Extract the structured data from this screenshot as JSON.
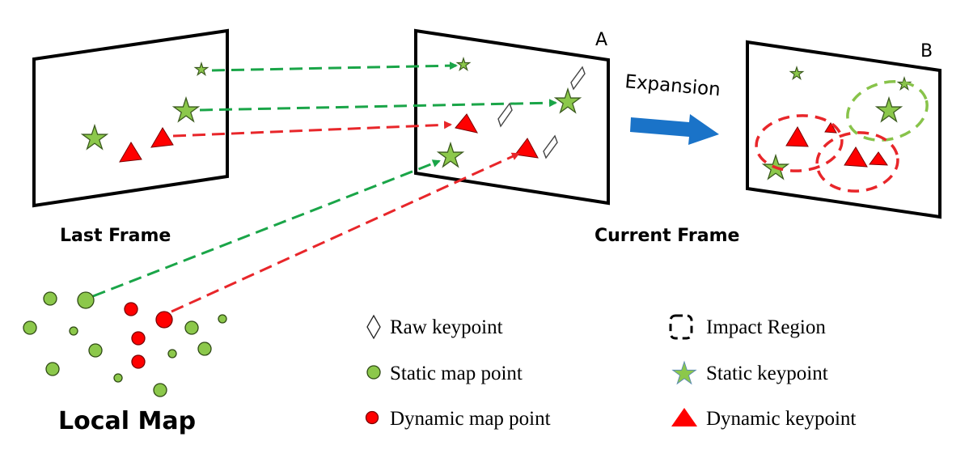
{
  "labels": {
    "last_frame": "Last Frame",
    "current_frame": "Current Frame",
    "local_map": "Local Map",
    "expansion": "Expansion",
    "panel_a": "A",
    "panel_b": "B"
  },
  "colors": {
    "static": "#8cc84b",
    "dynamic": "#ff0000",
    "static_line": "#1aa548",
    "dynamic_line": "#e8262a",
    "expansion_arrow": "#1a73c8"
  },
  "legend": [
    {
      "icon": "diamond-icon",
      "label": "Raw keypoint"
    },
    {
      "icon": "circle-green-icon",
      "label": "Static map point"
    },
    {
      "icon": "circle-red-icon",
      "label": "Dynamic map point"
    },
    {
      "icon": "dashed-box-icon",
      "label": "Impact Region"
    },
    {
      "icon": "star-icon",
      "label": "Static keypoint"
    },
    {
      "icon": "triangle-icon",
      "label": "Dynamic keypoint"
    }
  ]
}
